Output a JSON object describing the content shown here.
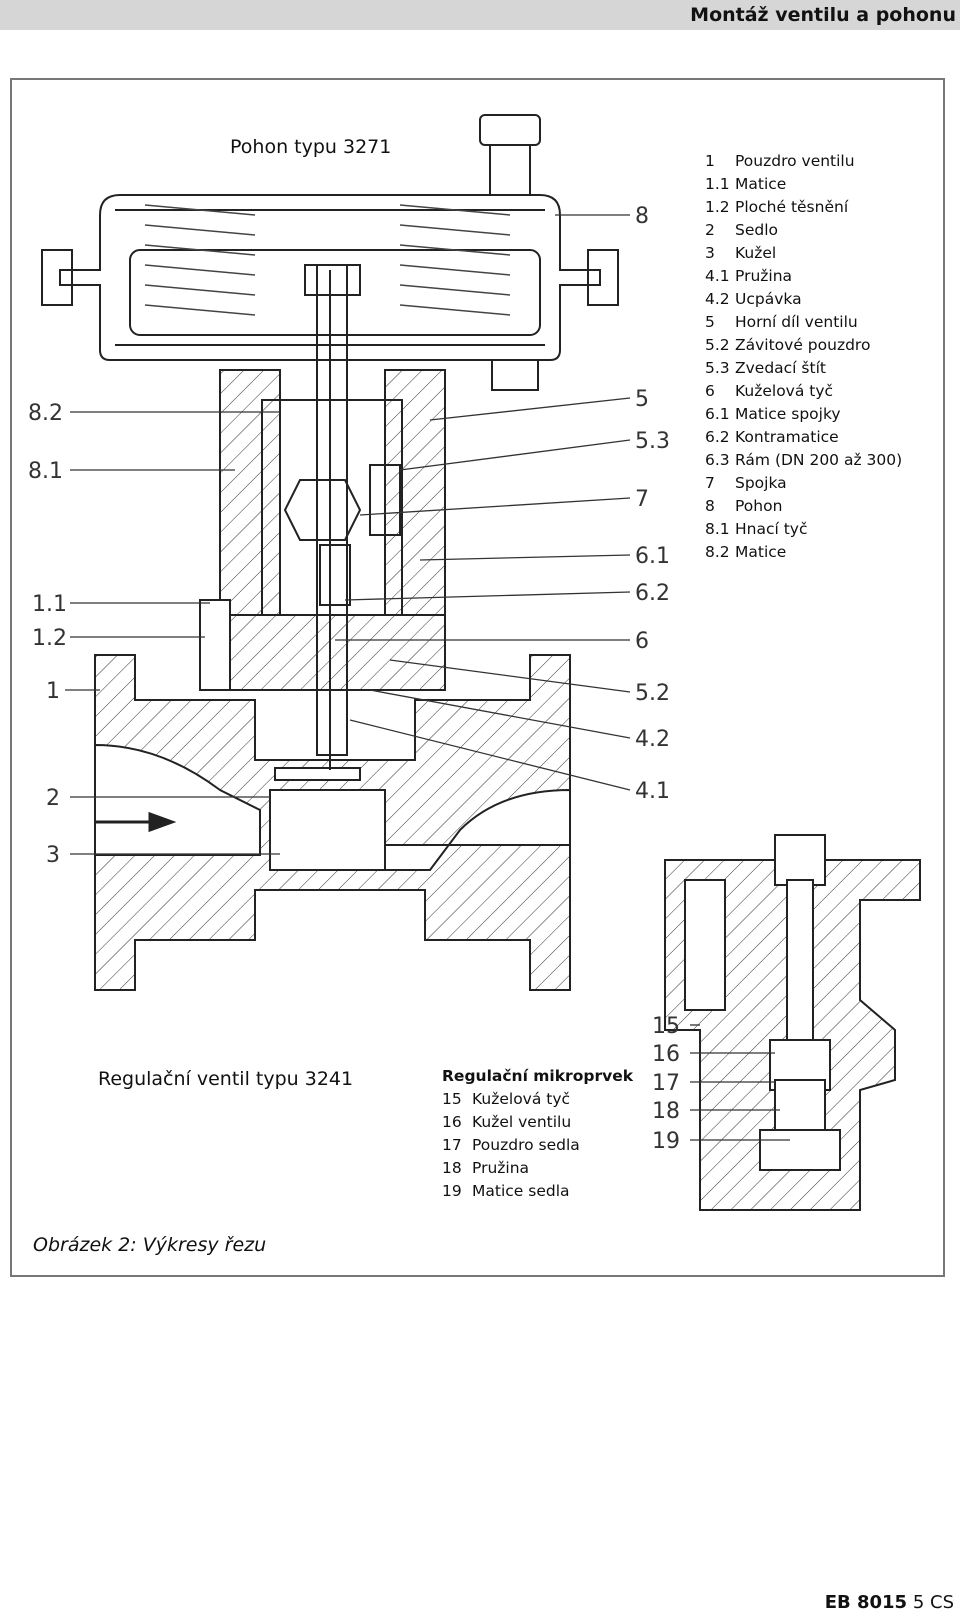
{
  "header": {
    "title": "Montáž ventilu a pohonu"
  },
  "captions": {
    "actuator": "Pohon typu 3271",
    "valve": "Regulační ventil typu 3241",
    "figure": "Obrázek 2: Výkresy řezu"
  },
  "legend": [
    {
      "num": "1",
      "label": "Pouzdro ventilu"
    },
    {
      "num": "1.1",
      "label": "Matice"
    },
    {
      "num": "1.2",
      "label": "Ploché těsnění"
    },
    {
      "num": "2",
      "label": "Sedlo"
    },
    {
      "num": "3",
      "label": "Kužel"
    },
    {
      "num": "4.1",
      "label": "Pružina"
    },
    {
      "num": "4.2",
      "label": "Ucpávka"
    },
    {
      "num": "5",
      "label": "Horní díl ventilu"
    },
    {
      "num": "5.2",
      "label": "Závitové pouzdro"
    },
    {
      "num": "5.3",
      "label": "Zvedací štít"
    },
    {
      "num": "6",
      "label": "Kuželová tyč"
    },
    {
      "num": "6.1",
      "label": "Matice spojky"
    },
    {
      "num": "6.2",
      "label": "Kontramatice"
    },
    {
      "num": "6.3",
      "label": "Rám (DN 200 až 300)"
    },
    {
      "num": "7",
      "label": "Spojka"
    },
    {
      "num": "8",
      "label": "Pohon"
    },
    {
      "num": "8.1",
      "label": "Hnací tyč"
    },
    {
      "num": "8.2",
      "label": "Matice"
    }
  ],
  "micro": {
    "heading": "Regulační mikroprvek",
    "items": [
      {
        "num": "15",
        "label": "Kuželová tyč"
      },
      {
        "num": "16",
        "label": "Kužel ventilu"
      },
      {
        "num": "17",
        "label": "Pouzdro sedla"
      },
      {
        "num": "18",
        "label": "Pružina"
      },
      {
        "num": "19",
        "label": "Matice sedla"
      }
    ]
  },
  "callouts": {
    "left": [
      "8.2",
      "8.1",
      "1.1",
      "1.2",
      "1",
      "2",
      "3"
    ],
    "right": [
      "8",
      "5",
      "5.3",
      "7",
      "6.1",
      "6.2",
      "6",
      "5.2",
      "4.2",
      "4.1"
    ],
    "micro": [
      "15",
      "16",
      "17",
      "18",
      "19"
    ]
  },
  "footer": {
    "doc": "EB 8015",
    "page": "5 CS"
  }
}
